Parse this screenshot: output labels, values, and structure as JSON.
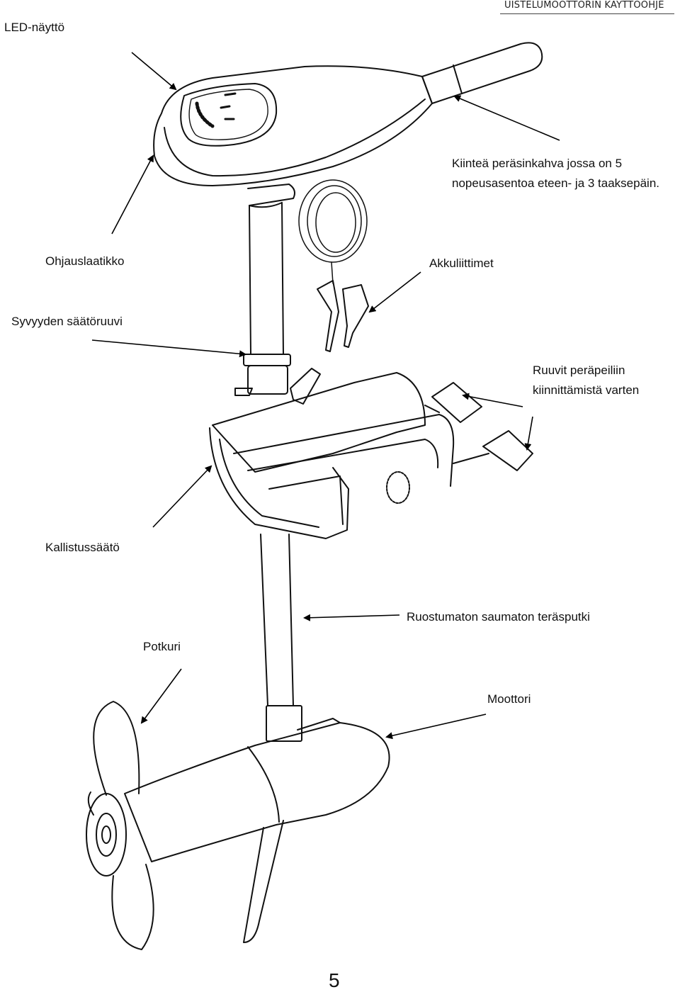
{
  "header": {
    "title": "UISTELUMOOTTORIN KÄYTTÖOHJE"
  },
  "labels": {
    "led_display": "LED-näyttö",
    "tiller": "Kiinteä peräsinkahva jossa on 5 nopeusasentoa eteen- ja 3 taaksepäin.",
    "tiller_line1": "Kiinteä peräsinkahva jossa on 5",
    "tiller_line2": "nopeusasentoa eteen- ja 3 taaksepäin.",
    "control_box": "Ohjauslaatikko",
    "battery_clips": "Akkuliittimet",
    "depth_screw": "Syvyyden säätöruuvi",
    "transom_screws_line1": "Ruuvit peräpeiliin",
    "transom_screws_line2": "kiinnittämistä varten",
    "tilt_adjust": "Kallistussäätö",
    "shaft": "Ruostumaton saumaton teräsputki",
    "propeller": "Potkuri",
    "motor": "Moottori"
  },
  "footer": {
    "page_number": "5"
  }
}
